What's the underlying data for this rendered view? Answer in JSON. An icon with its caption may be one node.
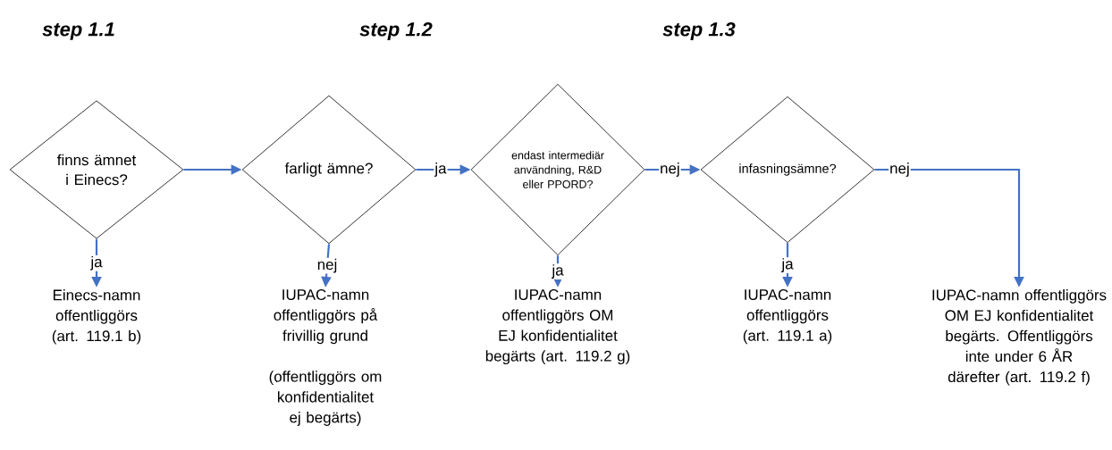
{
  "diagram": {
    "nodes": [
      {
        "text": [
          "finns ämnet i Einecs?"
        ]
      },
      {
        "text": [
          "farligt ämne?"
        ]
      },
      {
        "text": [
          "endast intermediär användning, R&D eller PPORD?"
        ]
      },
      {
        "text": [
          "infasningsämne?"
        ]
      },
      {
        "text": [
          "Einecs-namn offentliggörs (art. 119.1 b)"
        ]
      },
      {
        "text": [
          "IUPAC-namn offentliggörs på frivillig grund",
          "(offentliggörs om konfidentialitet ej begärts)"
        ]
      },
      {
        "text": [
          "IUPAC-namn offentliggörs OM EJ konfidentialitet begärts (art. 119.2 g)"
        ]
      },
      {
        "text": [
          "IUPAC-namn offentliggörs (art. 119.1 a)"
        ]
      },
      {
        "text": [
          "IUPAC-namn offentliggörs OM EJ konfidentialitet begärts. Offentliggörs inte under 6 ÅR därefter (art. 119.2 f)"
        ]
      }
    ],
    "edges": [
      {
        "from": 0,
        "to": 1,
        "arrow": "to"
      },
      {
        "from": 1,
        "to": 2,
        "arrow": "to",
        "label": "ja"
      },
      {
        "from": 2,
        "to": 3,
        "arrow": "to",
        "label": "nej"
      },
      {
        "from": 0,
        "to": 4,
        "arrow": "to",
        "label": "ja"
      },
      {
        "from": 1,
        "to": 5,
        "arrow": "to",
        "label": "nej"
      },
      {
        "from": 2,
        "to": 6,
        "arrow": "to",
        "label": "ja"
      },
      {
        "from": 3,
        "to": 7,
        "arrow": "to",
        "label": "ja"
      },
      {
        "from": 3,
        "to": 8,
        "arrow": "to",
        "label": "nej"
      }
    ],
    "labels": [
      "step 1.1",
      "step 1.2",
      "step 1.3"
    ]
  }
}
